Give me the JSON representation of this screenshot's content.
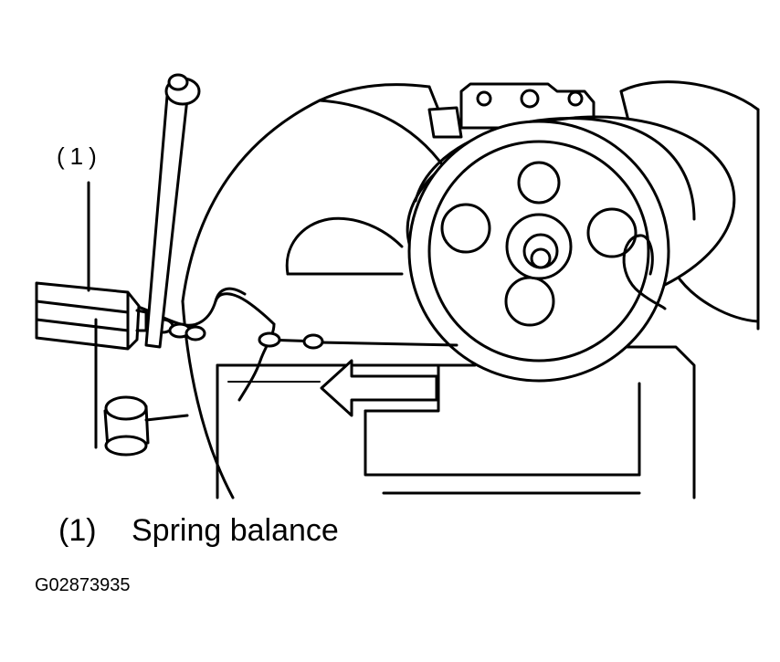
{
  "callout": {
    "number": "(1)"
  },
  "legend": {
    "number": "(1)",
    "label": "Spring balance"
  },
  "figure_id": "G02873935",
  "colors": {
    "line": "#000000",
    "background": "#ffffff"
  }
}
